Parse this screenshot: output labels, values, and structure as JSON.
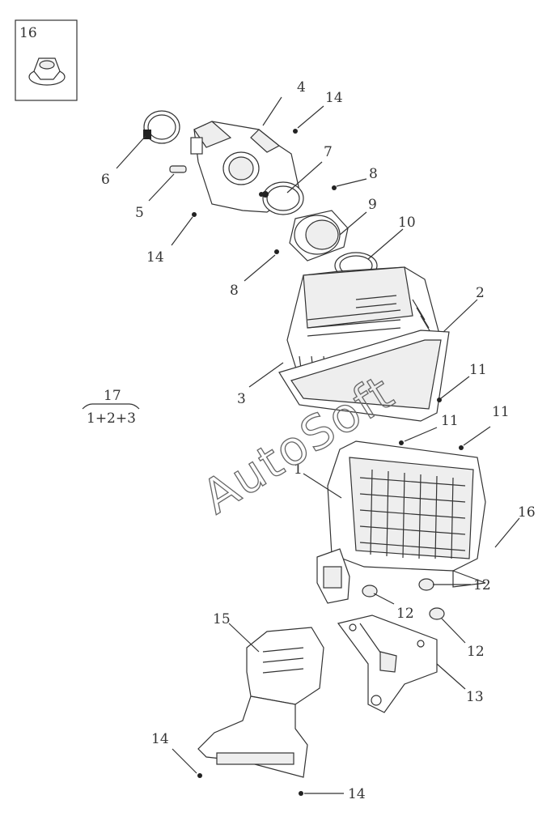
{
  "callouts": {
    "c1": "1",
    "c2": "2",
    "c3": "3",
    "c4": "4",
    "c5": "5",
    "c6": "6",
    "c7": "7",
    "c8a": "8",
    "c8b": "8",
    "c9": "9",
    "c10": "10",
    "c11a": "11",
    "c11b": "11",
    "c11c": "11",
    "c12a": "12",
    "c12b": "12",
    "c12c": "12",
    "c13": "13",
    "c14a": "14",
    "c14b": "14",
    "c14c": "14",
    "c14d": "14",
    "c15": "15",
    "c16": "16",
    "c16box": "16"
  },
  "assembly": {
    "number": "17",
    "formula": "1+2+3"
  },
  "watermark": "AutoSoft"
}
